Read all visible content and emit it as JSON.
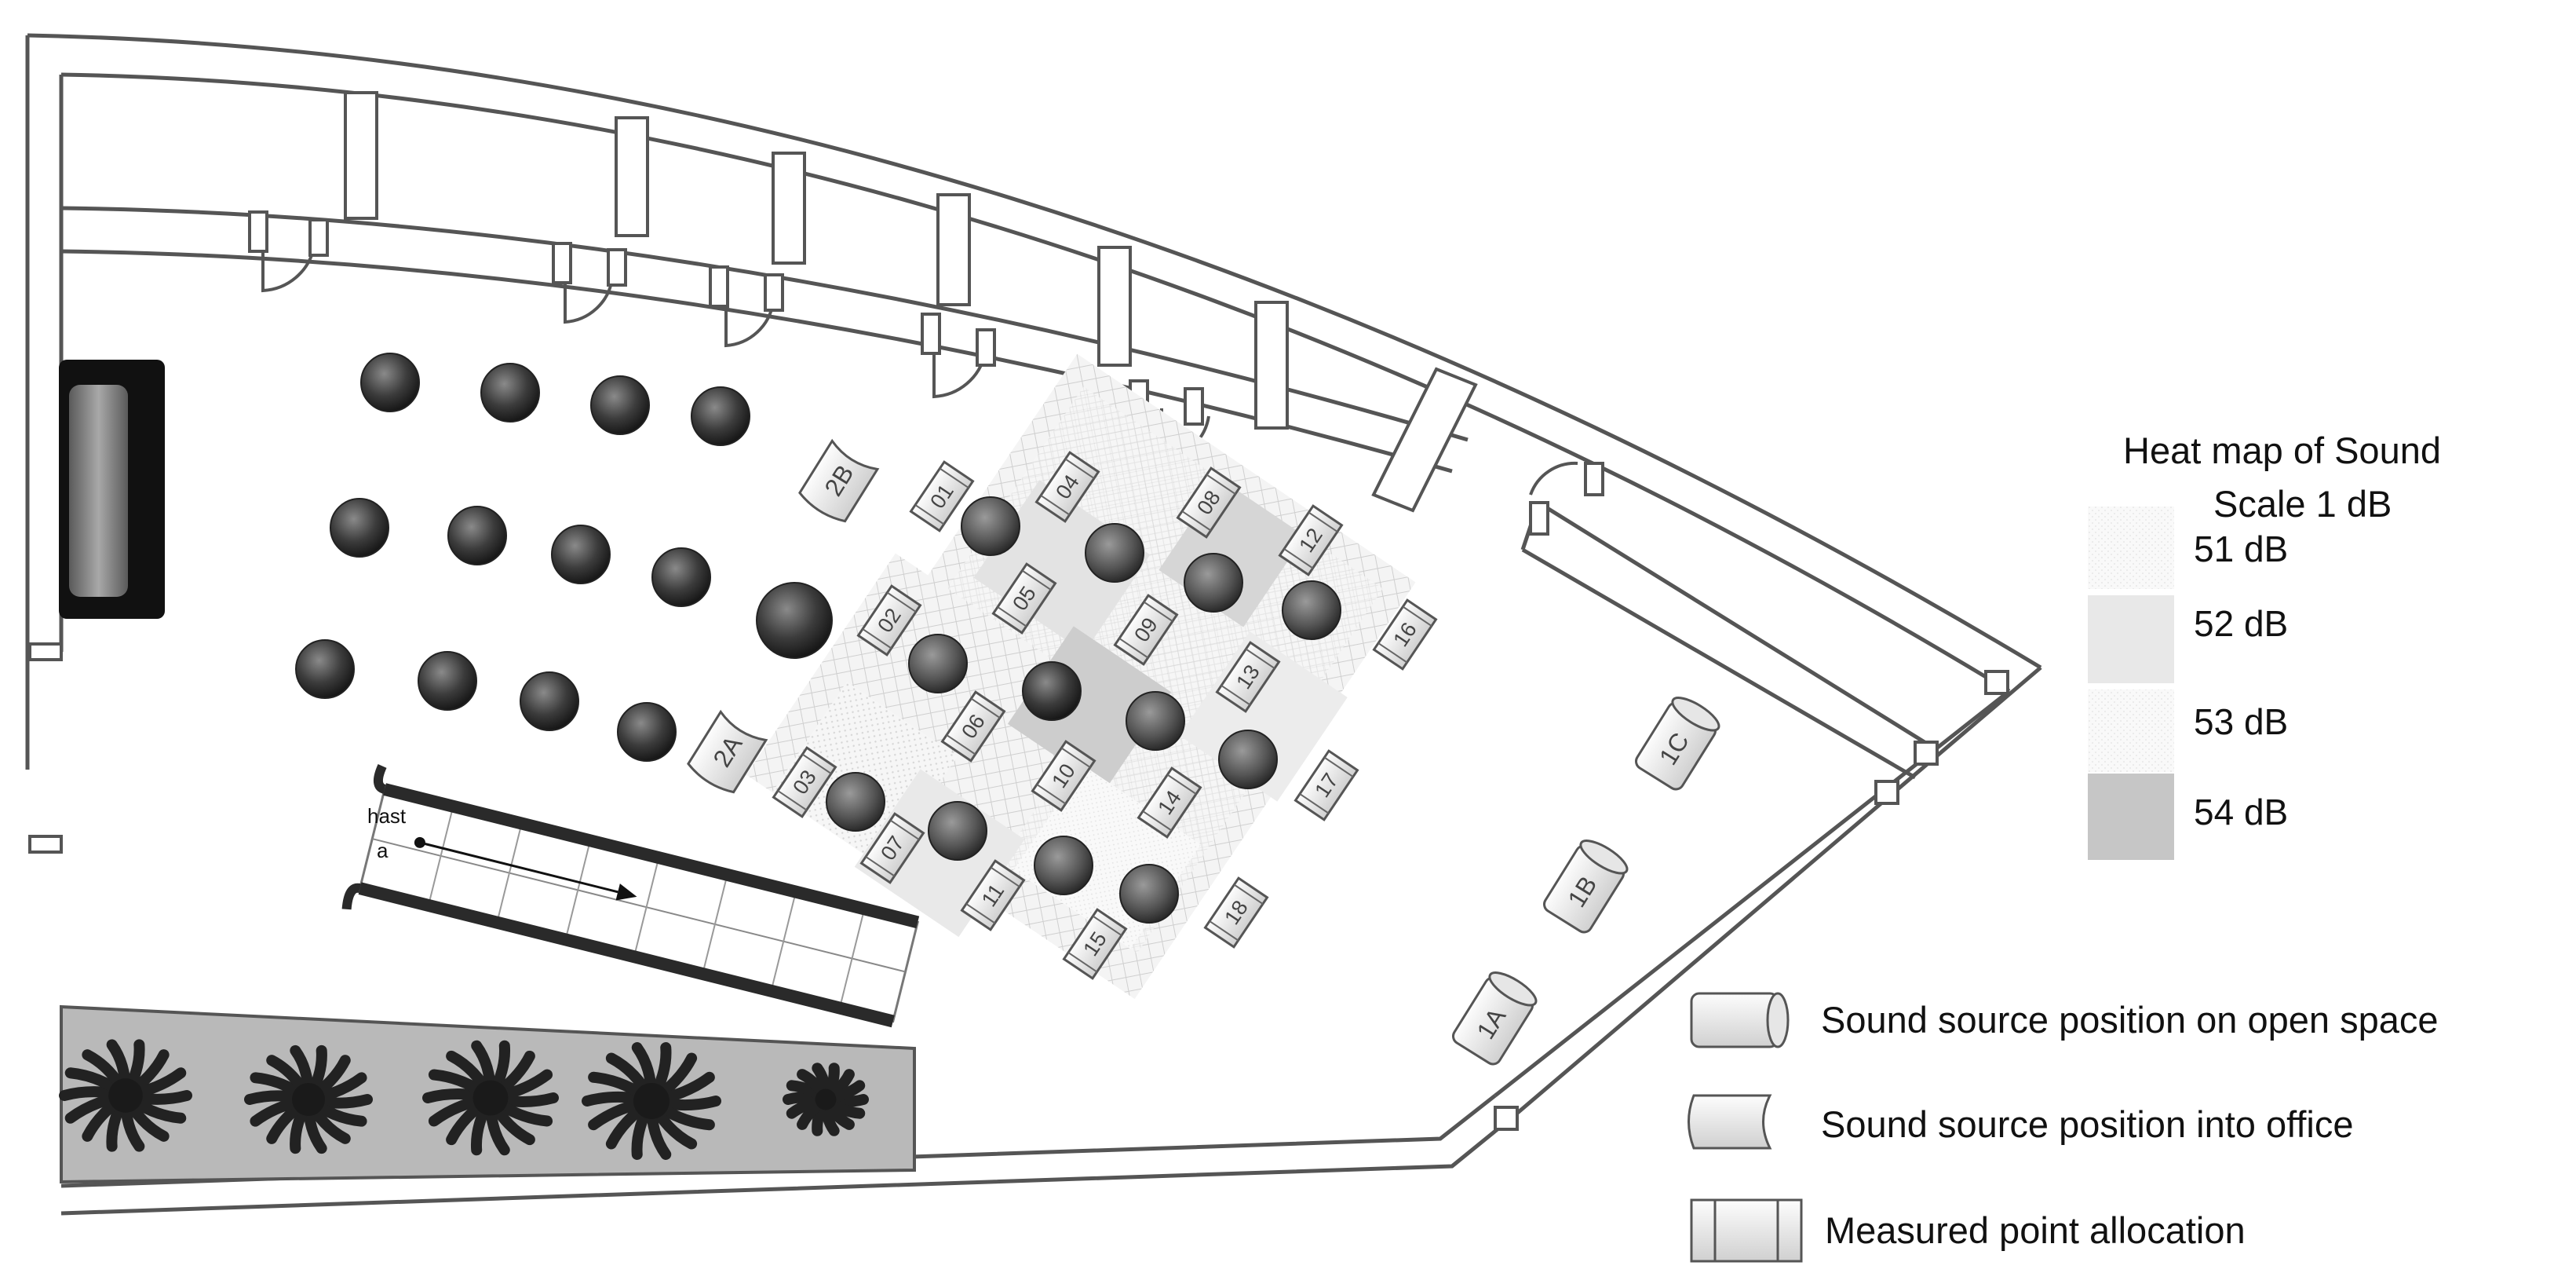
{
  "legend": {
    "title_line1": "Heat map of Sound",
    "title_line2": "Scale 1 dB",
    "levels": [
      {
        "label": "51 dB",
        "color": "#f3f3f3"
      },
      {
        "label": "52 dB",
        "color": "#e8e8e8"
      },
      {
        "label": "53 dB",
        "color": "#efefef"
      },
      {
        "label": "54 dB",
        "color": "#c6c6c6"
      }
    ]
  },
  "key": {
    "open_space": "Sound source position on open space",
    "into_office": "Sound source position into office",
    "measured_point": "Measured point allocation"
  },
  "sound_sources": {
    "office": [
      "2B",
      "2A"
    ],
    "open_space": [
      "1C",
      "1B",
      "1A"
    ]
  },
  "measured_points": [
    "01",
    "02",
    "03",
    "04",
    "05",
    "06",
    "07",
    "08",
    "09",
    "10",
    "11",
    "12",
    "13",
    "14",
    "15",
    "16",
    "17",
    "18"
  ],
  "escalator": {
    "label_top": "hast",
    "label_bottom": "a"
  },
  "colors": {
    "wall": "#555555",
    "table": "#3c3c3c",
    "planter": "#b9b9b9"
  }
}
